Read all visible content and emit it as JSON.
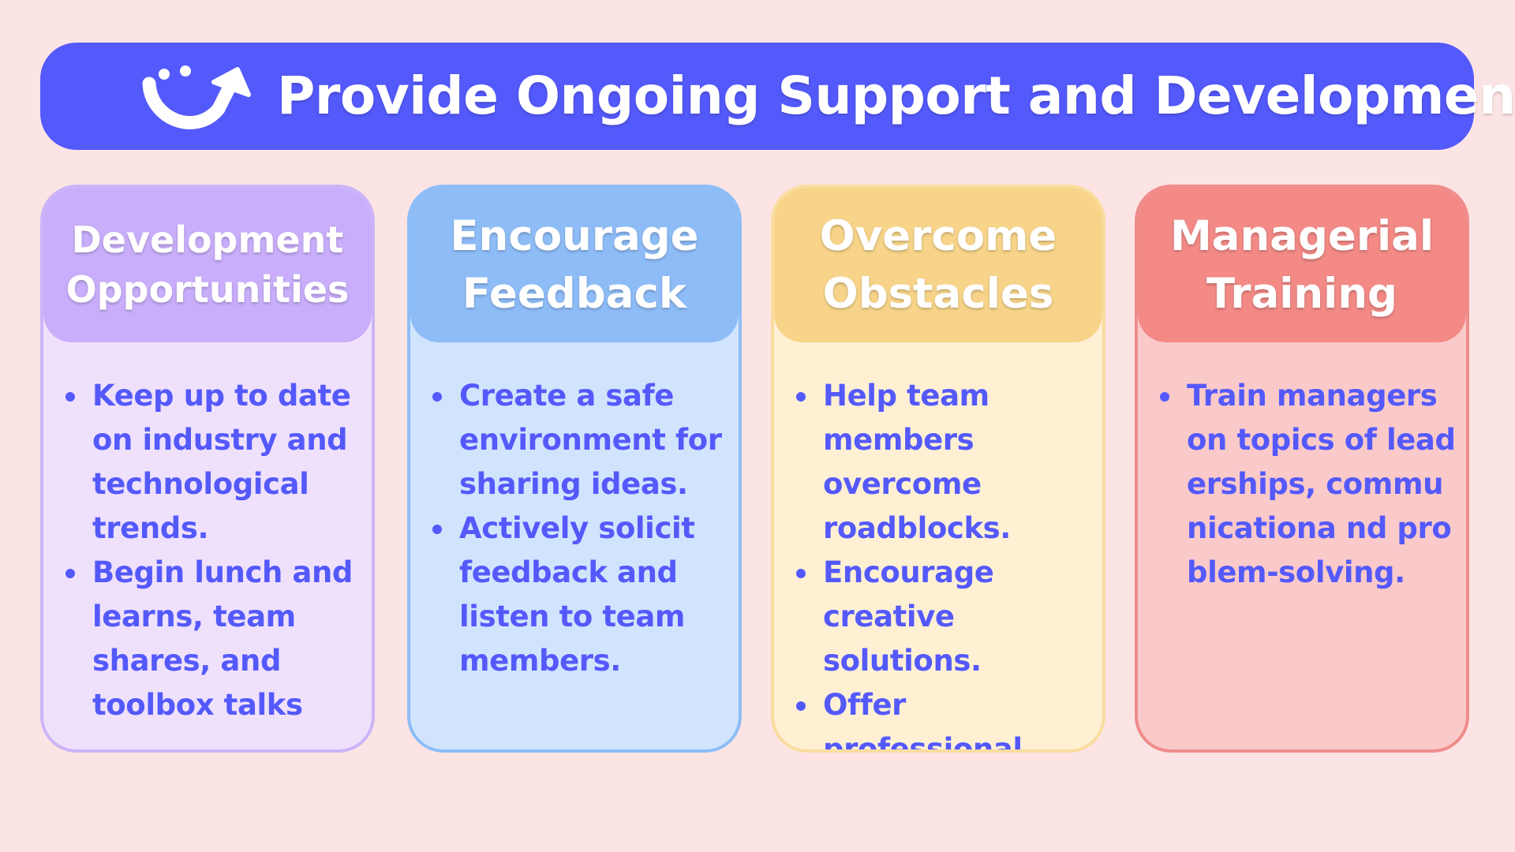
{
  "header": {
    "title": "Provide Ongoing Support and Development",
    "logo_icon": "smile-arrow-icon"
  },
  "colors": {
    "background": "#fde4e4",
    "accent": "#5459fb",
    "purple": "#c9aefb",
    "blue": "#8ebcf7",
    "yellow": "#f7d489",
    "red": "#f38a86"
  },
  "cards": [
    {
      "title_line1": "Development",
      "title_line2": "Opportunities",
      "points": [
        "Keep up to date on industry and technological trends.",
        "Begin lunch and learns, team shares, and toolbox talks"
      ]
    },
    {
      "title_line1": "Encourage",
      "title_line2": "Feedback",
      "points": [
        "Create a safe environment for sharing ideas.",
        "Actively solicit feedback and listen to team members."
      ]
    },
    {
      "title_line1": "Overcome",
      "title_line2": "Obstacles",
      "points": [
        "Help team members overcome roadblocks.",
        "Encourage creative solutions.",
        "Offer professional coaching."
      ]
    },
    {
      "title_line1": "Managerial",
      "title_line2": "Training",
      "points": [
        "Train managers on topics of leaderships, communicationa nd problem-solving."
      ]
    }
  ]
}
